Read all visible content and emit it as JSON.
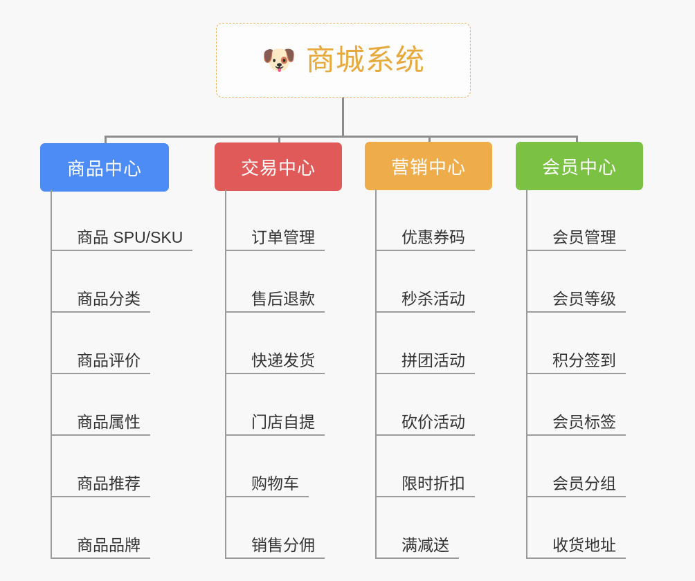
{
  "canvas": {
    "background_color": "#f8f8f8",
    "connector_color": "#8d8d8d",
    "leaf_line_color": "#9b9b9b"
  },
  "root": {
    "title": "商城系统",
    "icon": "dog-face-icon",
    "icon_glyph": "🐶",
    "border_color": "#e8b458",
    "text_color": "#e8a93c",
    "background_color": "#fdfdfd"
  },
  "categories": [
    {
      "label": "商品中心",
      "color": "#4d8bf5",
      "items": [
        {
          "label": "商品 SPU/SKU"
        },
        {
          "label": "商品分类"
        },
        {
          "label": "商品评价"
        },
        {
          "label": "商品属性"
        },
        {
          "label": "商品推荐"
        },
        {
          "label": "商品品牌"
        }
      ]
    },
    {
      "label": "交易中心",
      "color": "#e15a5a",
      "items": [
        {
          "label": "订单管理"
        },
        {
          "label": "售后退款"
        },
        {
          "label": "快递发货"
        },
        {
          "label": "门店自提"
        },
        {
          "label": "购物车"
        },
        {
          "label": "销售分佣"
        }
      ]
    },
    {
      "label": "营销中心",
      "color": "#eead4a",
      "items": [
        {
          "label": "优惠券码"
        },
        {
          "label": "秒杀活动"
        },
        {
          "label": "拼团活动"
        },
        {
          "label": "砍价活动"
        },
        {
          "label": "限时折扣"
        },
        {
          "label": "满减送"
        }
      ]
    },
    {
      "label": "会员中心",
      "color": "#7bc143",
      "items": [
        {
          "label": "会员管理"
        },
        {
          "label": "会员等级"
        },
        {
          "label": "积分签到"
        },
        {
          "label": "会员标签"
        },
        {
          "label": "会员分组"
        },
        {
          "label": "收货地址"
        }
      ]
    }
  ]
}
